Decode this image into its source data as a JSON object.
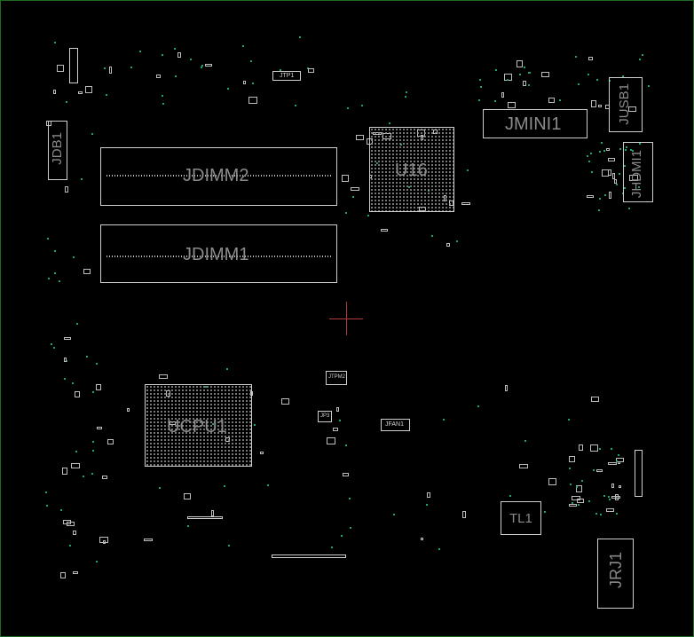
{
  "board": {
    "components": {
      "jdimm2": "JDIMM2",
      "jdimm1": "JDIMM1",
      "u16": "U16",
      "ucpu1": "UCPU1",
      "jmini1": "JMINI1",
      "jusb1": "JUSB1",
      "jhdmi1": "JHDMI1",
      "jdb1": "JDB1",
      "tl1": "TL1",
      "jrj1": "JRJ1",
      "jtp1": "JTP1",
      "jtpm2": "JTPM2",
      "jp3": "JP3",
      "jfan1": "JFAN1"
    },
    "colors": {
      "outline": "#cfcfcf",
      "board_edge": "#1f6b1f",
      "via": "#1aa37a",
      "cursor": "#b23a3a"
    }
  }
}
